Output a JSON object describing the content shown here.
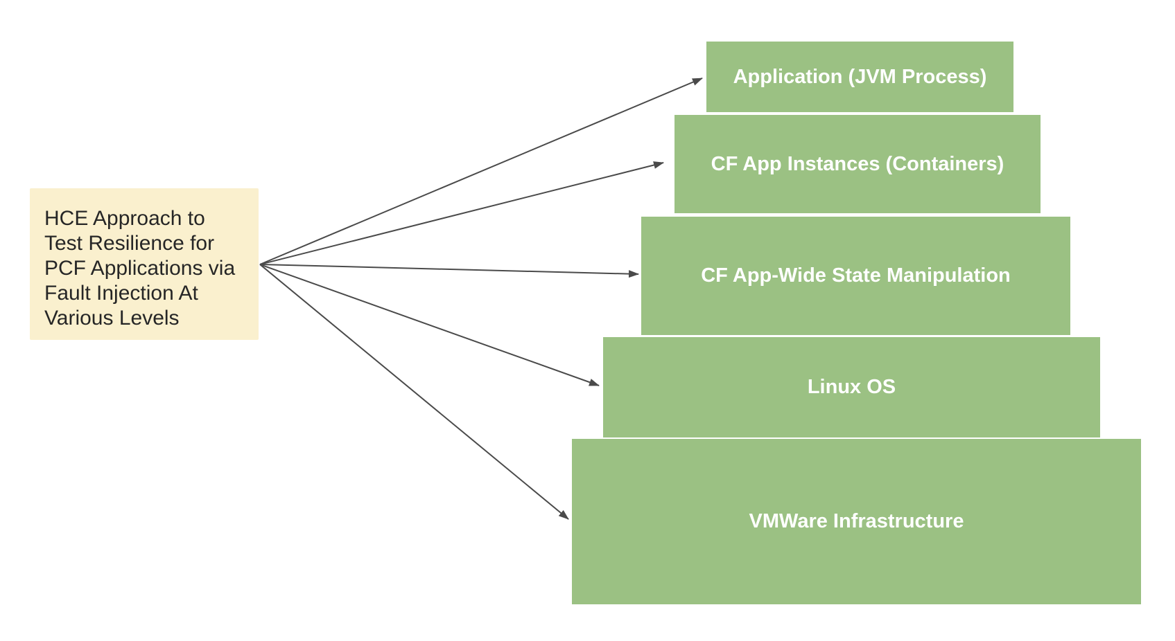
{
  "diagram": {
    "source_note": {
      "text": "HCE Approach to Test Resilience for PCF Applications via Fault Injection At Various Levels",
      "lines": [
        "HCE Approach to",
        "Test Resilience for",
        "PCF Applications via",
        "Fault Injection At",
        "Various Levels"
      ]
    },
    "levels": [
      {
        "label": "Application (JVM Process)"
      },
      {
        "label": "CF App Instances (Containers)"
      },
      {
        "label": "CF App-Wide State Manipulation"
      },
      {
        "label": "Linux OS"
      },
      {
        "label": "VMWare Infrastructure"
      }
    ]
  },
  "colors": {
    "canvas_bg": "#FFFFFF",
    "source_bg": "#FAF0CE",
    "source_text": "#262626",
    "level_bg": "#9BC183",
    "level_text": "#FFFFFF",
    "arrow": "#4A4A4A"
  }
}
